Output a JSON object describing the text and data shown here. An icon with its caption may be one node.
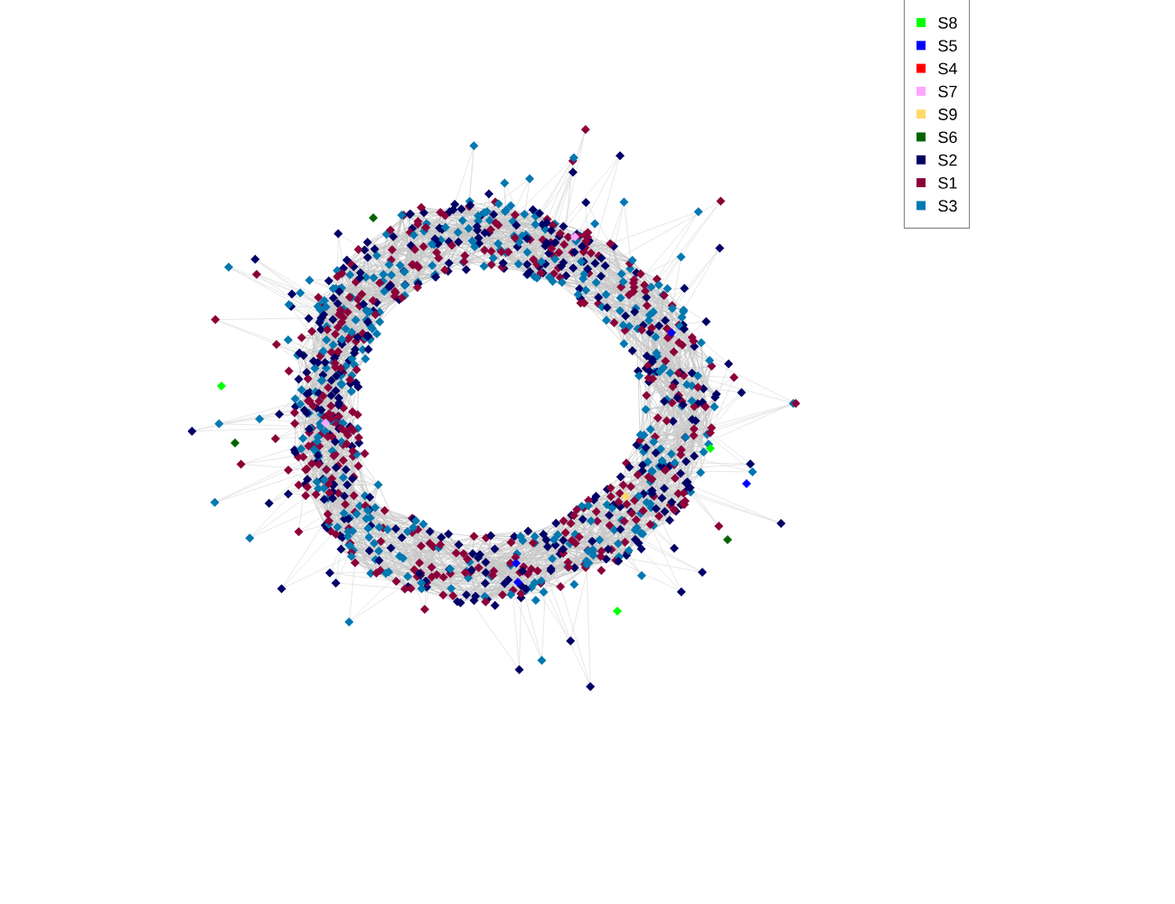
{
  "diagram": {
    "legend": [
      {
        "text": "S8",
        "color": "#00ff00"
      },
      {
        "text": "S5",
        "color": "#0000ff"
      },
      {
        "text": "S4",
        "color": "#ff0000"
      },
      {
        "text": "S7",
        "color": "#ffa6ff"
      },
      {
        "text": "S9",
        "color": "#ffd966"
      },
      {
        "text": "S6",
        "color": "#006400"
      },
      {
        "text": "S2",
        "color": "#000066"
      },
      {
        "text": "S1",
        "color": "#8c003a"
      },
      {
        "text": "S3",
        "color": "#0078b0"
      }
    ]
  }
}
